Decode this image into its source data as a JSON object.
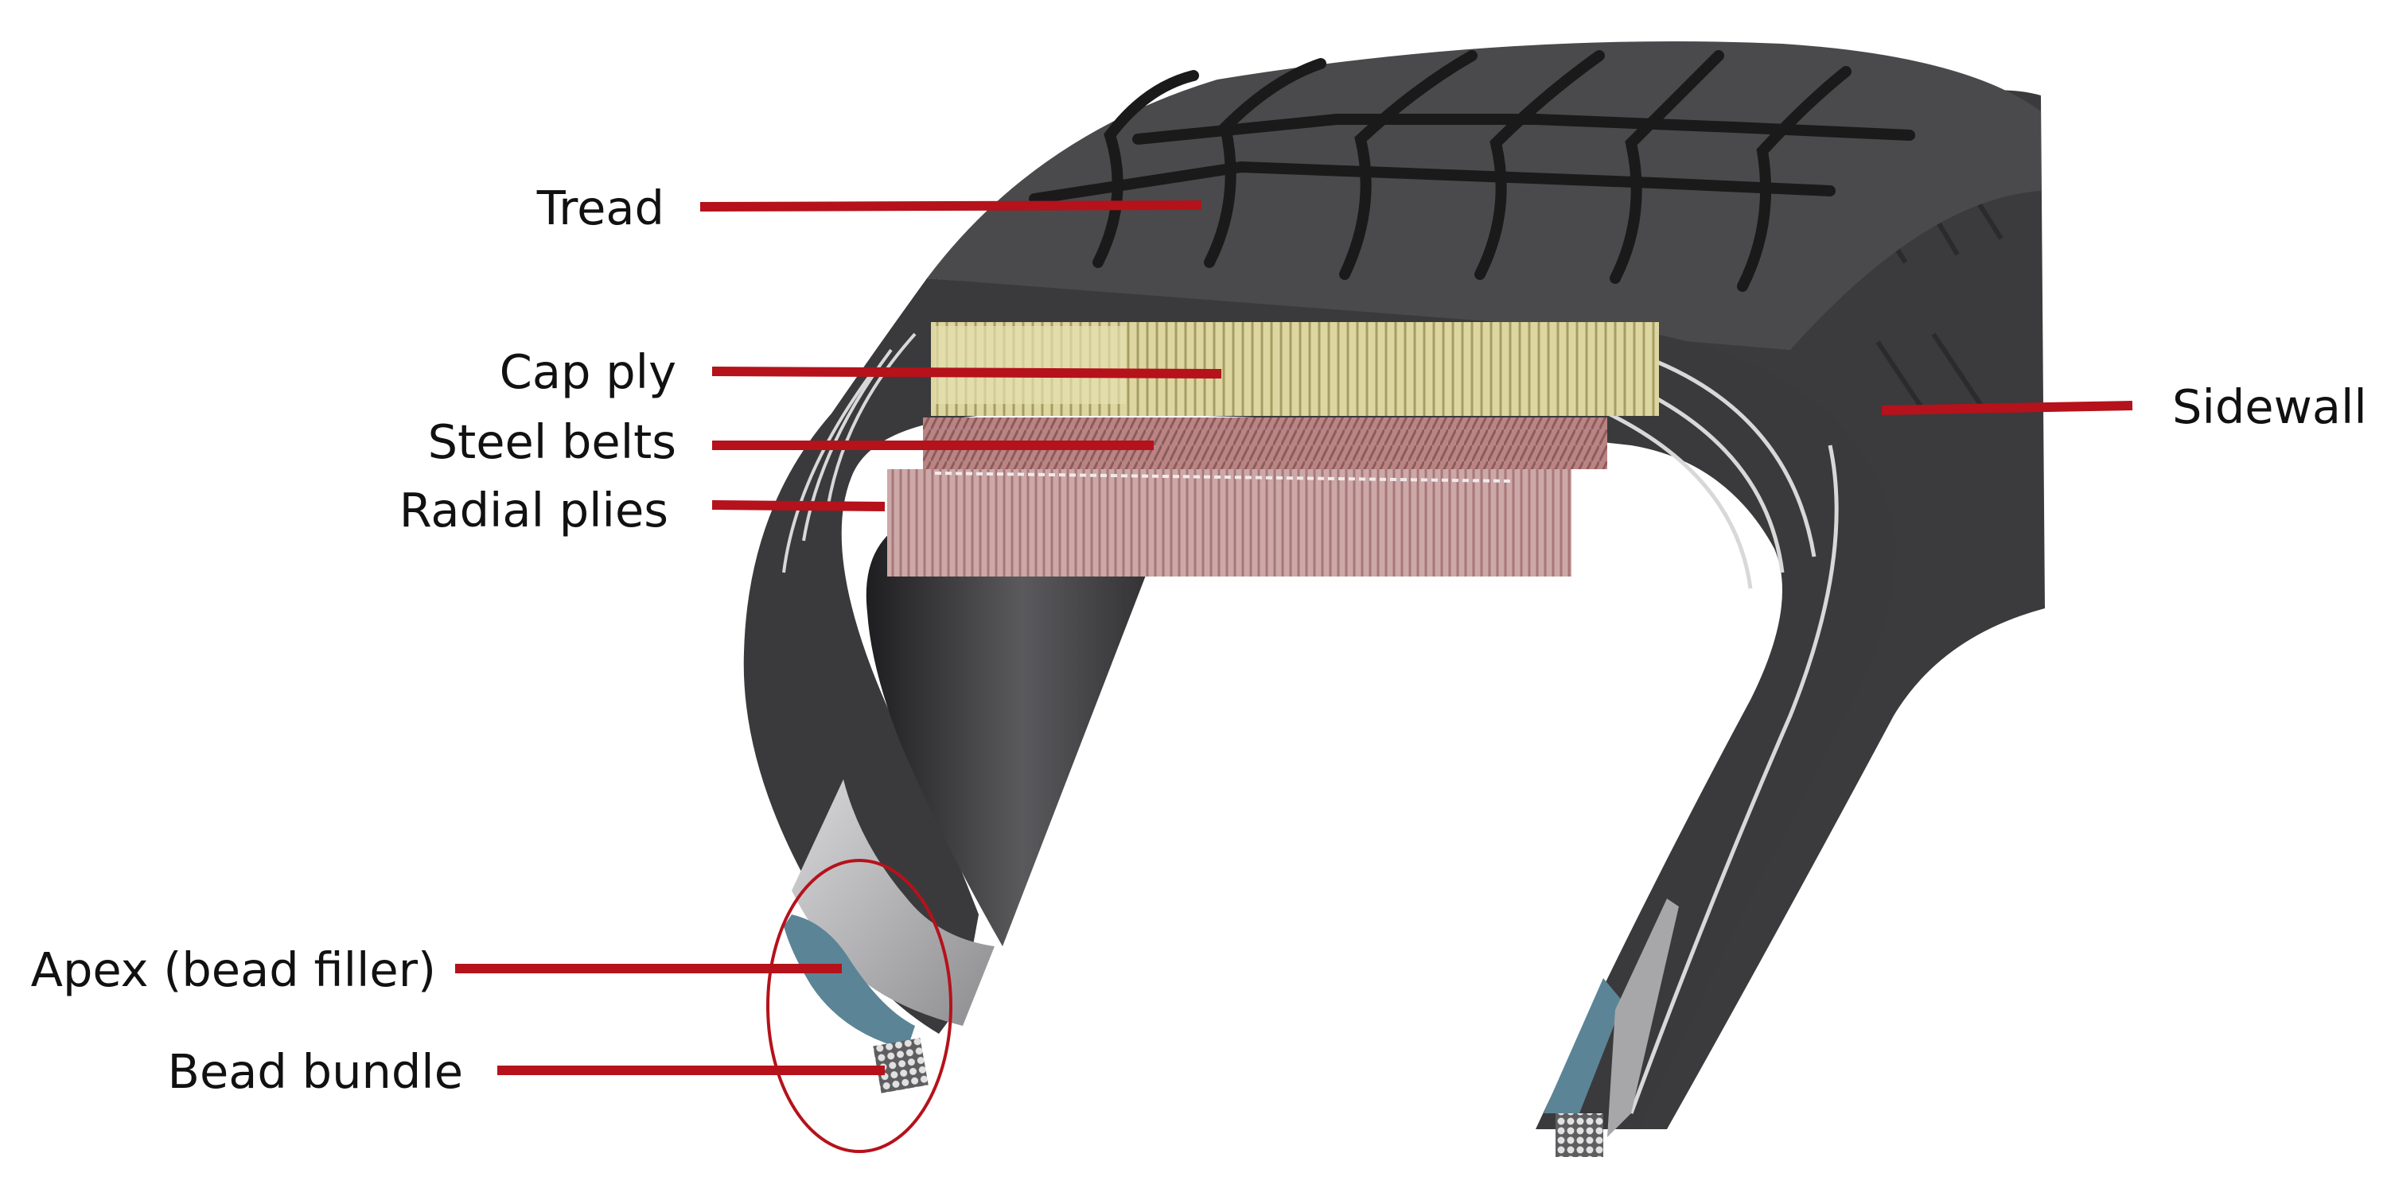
{
  "labels": {
    "tread": "Tread",
    "cap_ply": "Cap ply",
    "steel_belts": "Steel belts",
    "radial_plies": "Radial plies",
    "sidewall": "Sidewall",
    "apex": "Apex (bead filler)",
    "bead_bundle": "Bead bundle"
  },
  "colors": {
    "leader": "#b5121b",
    "rubber": "#3a3a3c",
    "rubber_dark": "#262628",
    "cap_ply": "#d9d29a",
    "steel_belt": "#b77c7c",
    "radial_ply": "#c9a3a3",
    "apex": "#5b8596",
    "inner_liner": "#9a9a9c"
  }
}
